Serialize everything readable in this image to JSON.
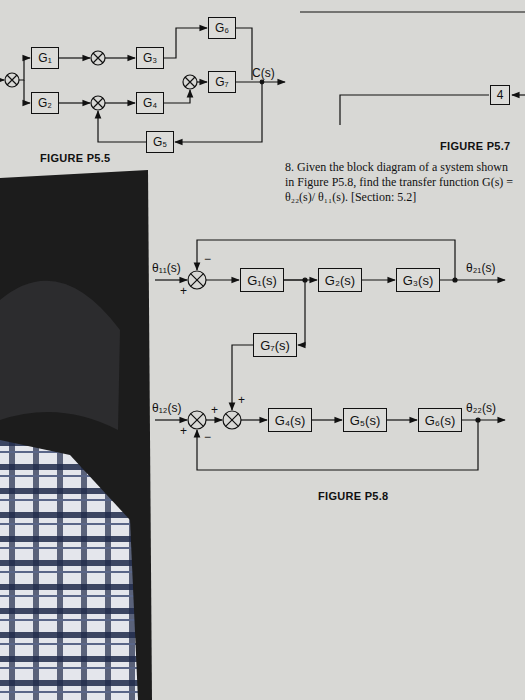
{
  "diagram": {
    "nodes": [
      {
        "text": [
          "G₁"
        ]
      },
      {
        "text": [
          "G₃"
        ]
      },
      {
        "text": [
          "G₆"
        ]
      },
      {
        "text": [
          "G₇"
        ]
      },
      {
        "text": [
          "G₂"
        ]
      },
      {
        "text": [
          "G₄"
        ]
      },
      {
        "text": [
          "G₅"
        ]
      },
      {
        "text": [
          "4"
        ]
      },
      {
        "text": [
          "G₁(s)"
        ]
      },
      {
        "text": [
          "G₂(s)"
        ]
      },
      {
        "text": [
          "G₃(s)"
        ]
      },
      {
        "text": [
          "G₇(s)"
        ]
      },
      {
        "text": [
          "G₄(s)"
        ]
      },
      {
        "text": [
          "G₅(s)"
        ]
      },
      {
        "text": [
          "G₆(s)"
        ]
      }
    ],
    "edges": [
      {
        "from": 8,
        "to": 9,
        "arrow": "to"
      },
      {
        "from": 9,
        "to": 10,
        "arrow": "to"
      },
      {
        "from": 8,
        "to": 11,
        "arrow": "to"
      },
      {
        "from": 12,
        "to": 13,
        "arrow": "to"
      },
      {
        "from": 13,
        "to": 14,
        "arrow": "to"
      }
    ],
    "labels": [
      "FIGURE P5.5",
      "C(s)",
      "FIGURE P5.7",
      "8. Given the block diagram of a system shown in Figure P5.8, find the transfer function G(s) = θ₂₂(s)/ θ₁₁(s). [Section: 5.2]",
      "θ₁₁(s)",
      "+",
      "−",
      "θ₂₁(s)",
      "θ₁₂(s)",
      "+",
      "−",
      "+",
      "+",
      "θ₂₂(s)",
      "FIGURE P5.8"
    ]
  }
}
